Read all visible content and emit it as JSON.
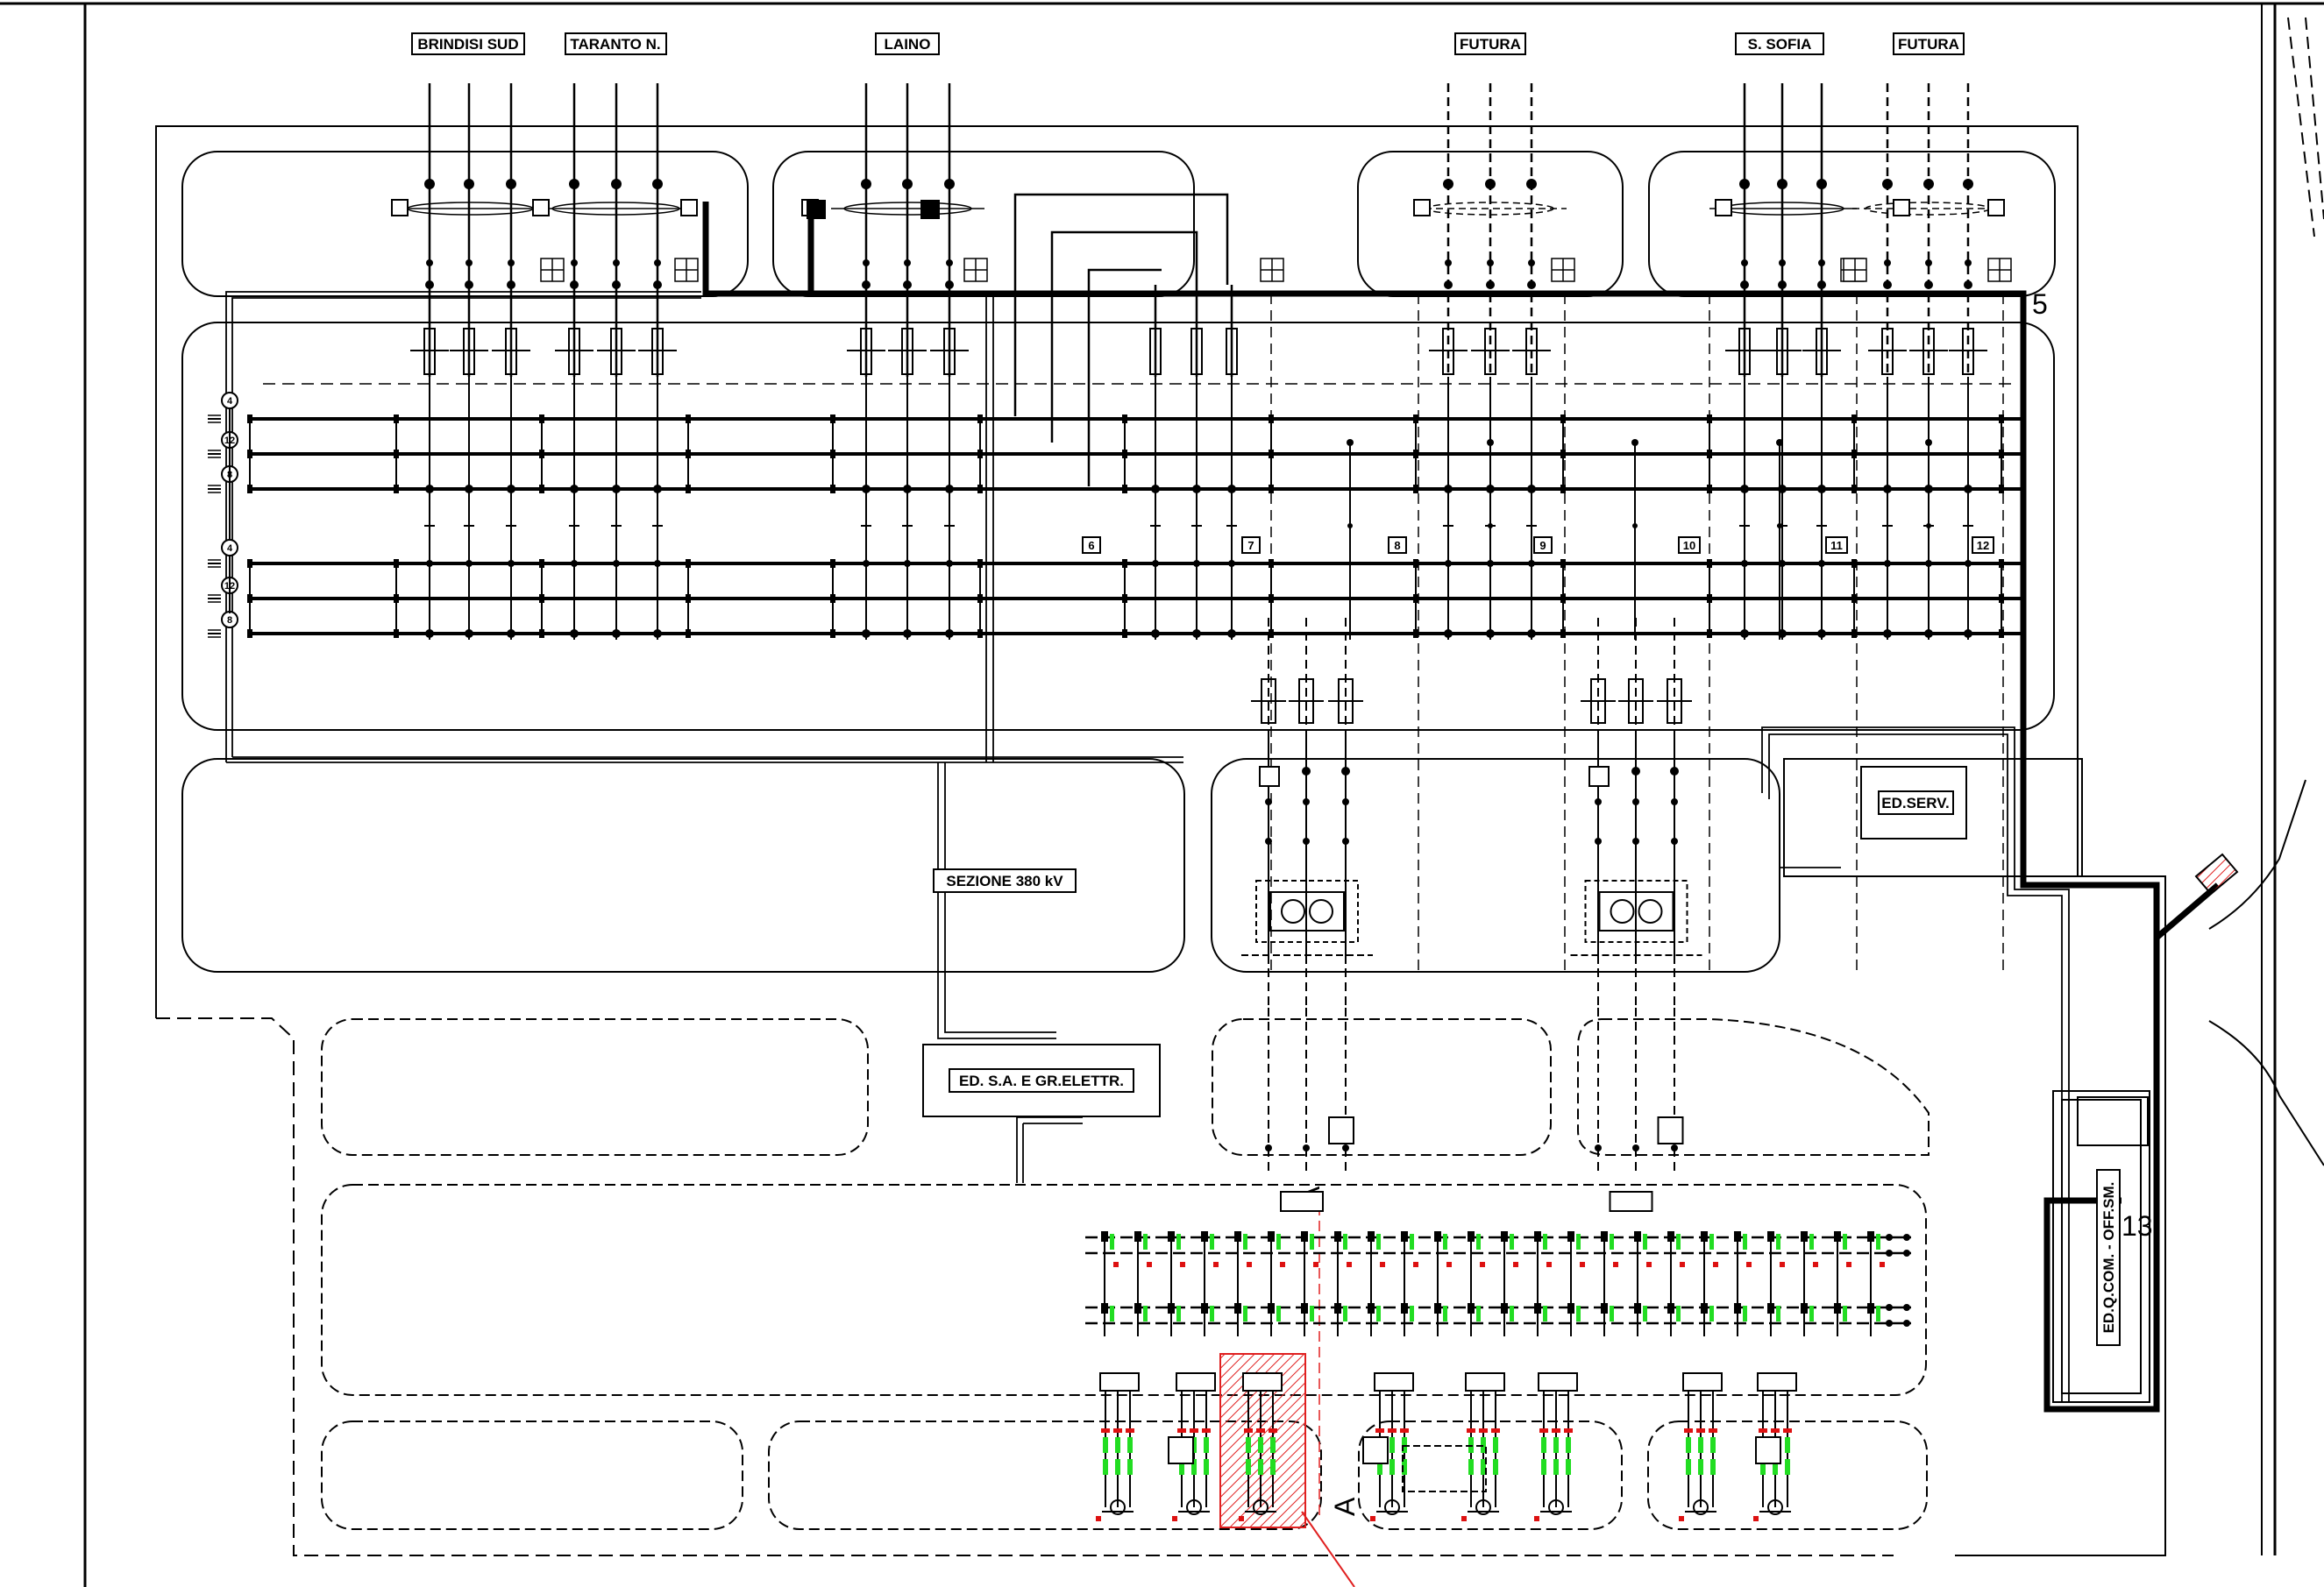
{
  "lines": {
    "brindisi": "BRINDISI SUD",
    "taranto": "TARANTO N.",
    "laino": "LAINO",
    "futura_a": "FUTURA",
    "sofia": "S. SOFIA",
    "futura_b": "FUTURA"
  },
  "buildings": {
    "sezione": "SEZIONE 380 kV",
    "ed_serv": "ED.SERV.",
    "ed_sa": "ED. S.A. E GR.ELETTR.",
    "ed_qcom": "ED.Q.COM. - OFF.SM."
  },
  "bays": [
    "6",
    "7",
    "8",
    "9",
    "10",
    "11",
    "12"
  ],
  "bus_marks": [
    "4",
    "12",
    "8",
    "4",
    "12",
    "8"
  ],
  "markers": {
    "five": "5",
    "thirteen": "13",
    "section_a": "A"
  },
  "colors": {
    "line": "#000000",
    "hatch": "#e02020",
    "green": "#22dd22",
    "red": "#dd1111"
  }
}
